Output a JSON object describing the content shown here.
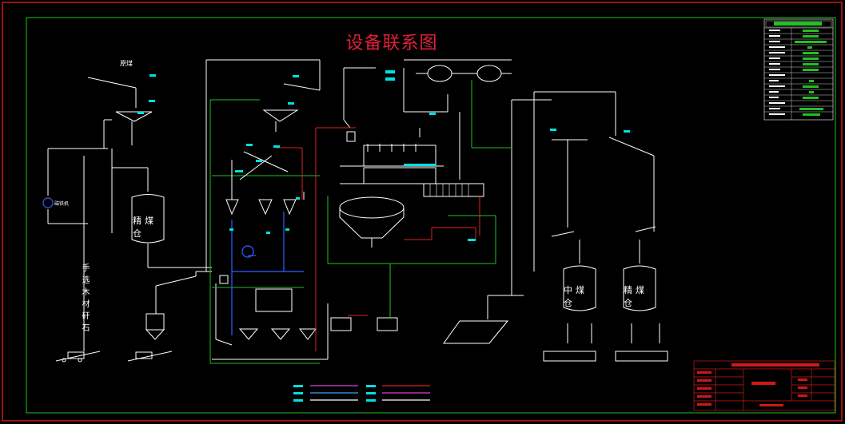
{
  "title": "设备联系图",
  "labels": {
    "raw_coal": "原煤",
    "fine_coal_bin": "精煤仓",
    "middling_bin": "中煤仓",
    "fine_coal_bin_2": "精煤仓",
    "manual_picking": "手选木材矸石",
    "magnet": "磁铁机"
  },
  "colors": {
    "background": "#000000",
    "frame": "#d01818",
    "inner_frame": "#22c022",
    "flow_line": "#ffffff",
    "legend_cyan": "#00e0e0",
    "title": "#e0203a"
  }
}
